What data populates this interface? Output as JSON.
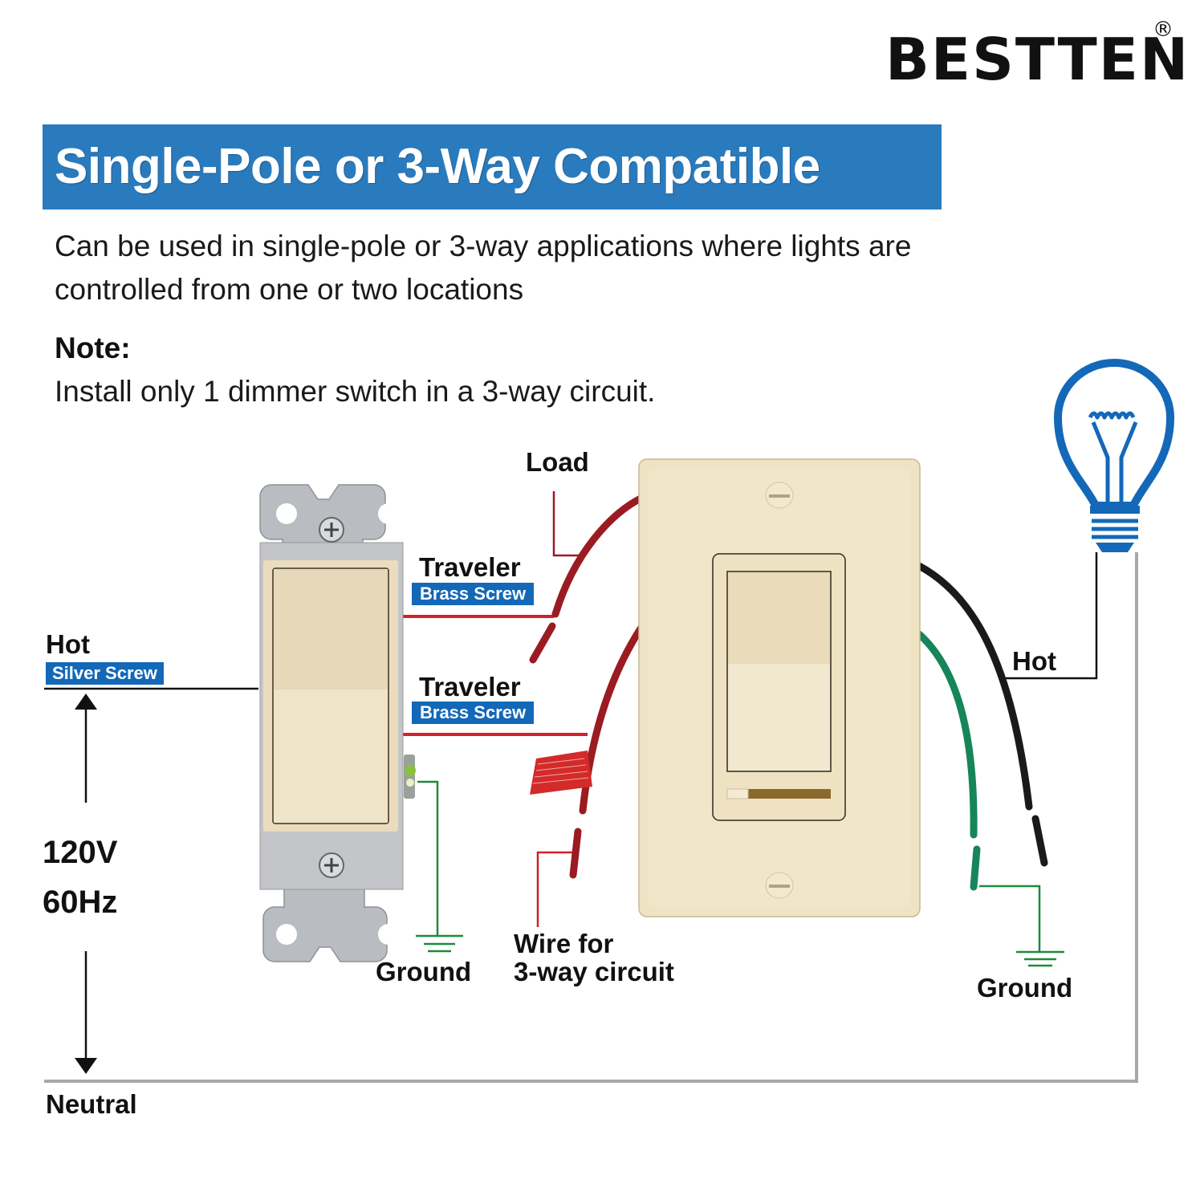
{
  "brand": {
    "name": "BESTTEN",
    "registered_mark": "®"
  },
  "banner": {
    "title": "Single-Pole or 3-Way Compatible",
    "color": "#2a7bbd"
  },
  "description": {
    "line1": "Can be used in single-pole or 3-way applications where lights are",
    "line2": "controlled from one or two locations"
  },
  "note": {
    "heading": "Note:",
    "text": "Install only 1 dimmer switch in a 3-way circuit."
  },
  "diagram": {
    "hot_left": {
      "label": "Hot",
      "badge": "Silver Screw"
    },
    "traveler_1": {
      "label": "Traveler",
      "badge": "Brass Screw"
    },
    "traveler_2": {
      "label": "Traveler",
      "badge": "Brass Screw"
    },
    "load": {
      "label": "Load"
    },
    "hot_right": {
      "label": "Hot"
    },
    "ground_left": {
      "label": "Ground"
    },
    "ground_right": {
      "label": "Ground"
    },
    "wire_3way": {
      "line1": "Wire for",
      "line2": "3-way circuit"
    },
    "supply": {
      "voltage": "120V",
      "frequency": "60Hz"
    },
    "neutral": {
      "label": "Neutral"
    },
    "icons": [
      "light-bulb-icon",
      "arrow-up-icon",
      "arrow-down-icon",
      "ground-symbol-icon"
    ],
    "colors": {
      "badge_blue": "#1368b8",
      "bulb_blue": "#1468b8",
      "traveler_red": "#d3202a",
      "wire_red": "#9b1b22",
      "wire_black": "#1a1a1a",
      "wire_green": "#16855a",
      "ground_line_green": "#1f8a3a",
      "neutral_gray": "#a8a8a8",
      "switch_ivory": "#efe3c6",
      "plate_ivory": "#efe3c4"
    }
  }
}
